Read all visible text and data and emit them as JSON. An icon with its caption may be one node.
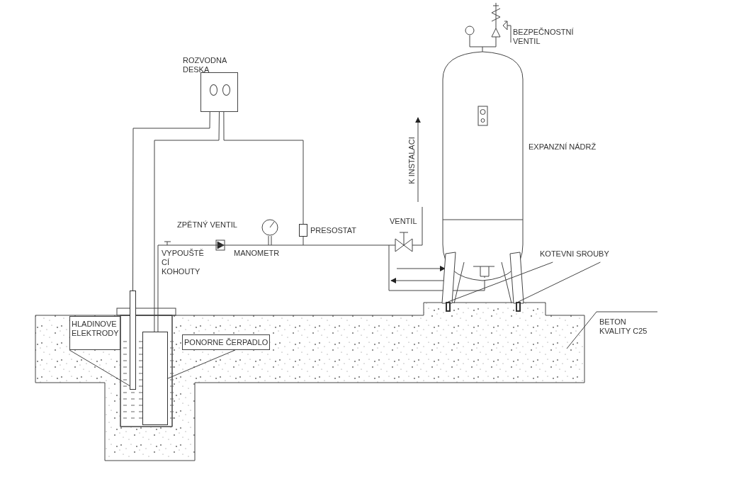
{
  "diagram": {
    "nodes": [
      {
        "text": [
          "ROZVODNA DESKA"
        ]
      },
      {
        "text": [
          "HLADINOVE ELEKTRODY"
        ]
      },
      {
        "text": [],
        "shape": "box"
      },
      {
        "text": [
          "PONORNE ČERPADLO"
        ]
      },
      {
        "text": [],
        "shape": "box"
      },
      {
        "text": [
          "KOTEVNI SROUBY"
        ]
      },
      {
        "text": [],
        "shape": "bar"
      },
      {
        "text": [],
        "shape": "bar"
      },
      {
        "text": [
          "BETON KVALITY C25"
        ]
      },
      {
        "text": [],
        "shape": "box"
      }
    ],
    "edges": [
      {
        "from": 0,
        "to": 2,
        "arrow": "none"
      },
      {
        "from": 0,
        "to": 4,
        "arrow": "none"
      },
      {
        "from": 1,
        "to": 2,
        "arrow": "none"
      },
      {
        "from": 3,
        "to": 4,
        "arrow": "none"
      },
      {
        "from": 5,
        "to": 6,
        "arrow": "none"
      },
      {
        "from": 5,
        "to": 7,
        "arrow": "none"
      },
      {
        "from": 8,
        "to": null,
        "arrow": "none"
      },
      {
        "from": 0,
        "to": 9,
        "arrow": "none"
      },
      {
        "from": 4,
        "to": 9,
        "arrow": "to"
      }
    ],
    "labels": [
      "ZPĚTNÝ VENTIL",
      "MANOMETR",
      "PRESOSTAT",
      "VYPOUŠTĚ CÍ KOHOUTY",
      "VENTIL",
      "K INSTALACI",
      "EXPANZNÍ NÁDRŽ",
      "BEZPEČNOSTNÍ VENTIL"
    ]
  }
}
